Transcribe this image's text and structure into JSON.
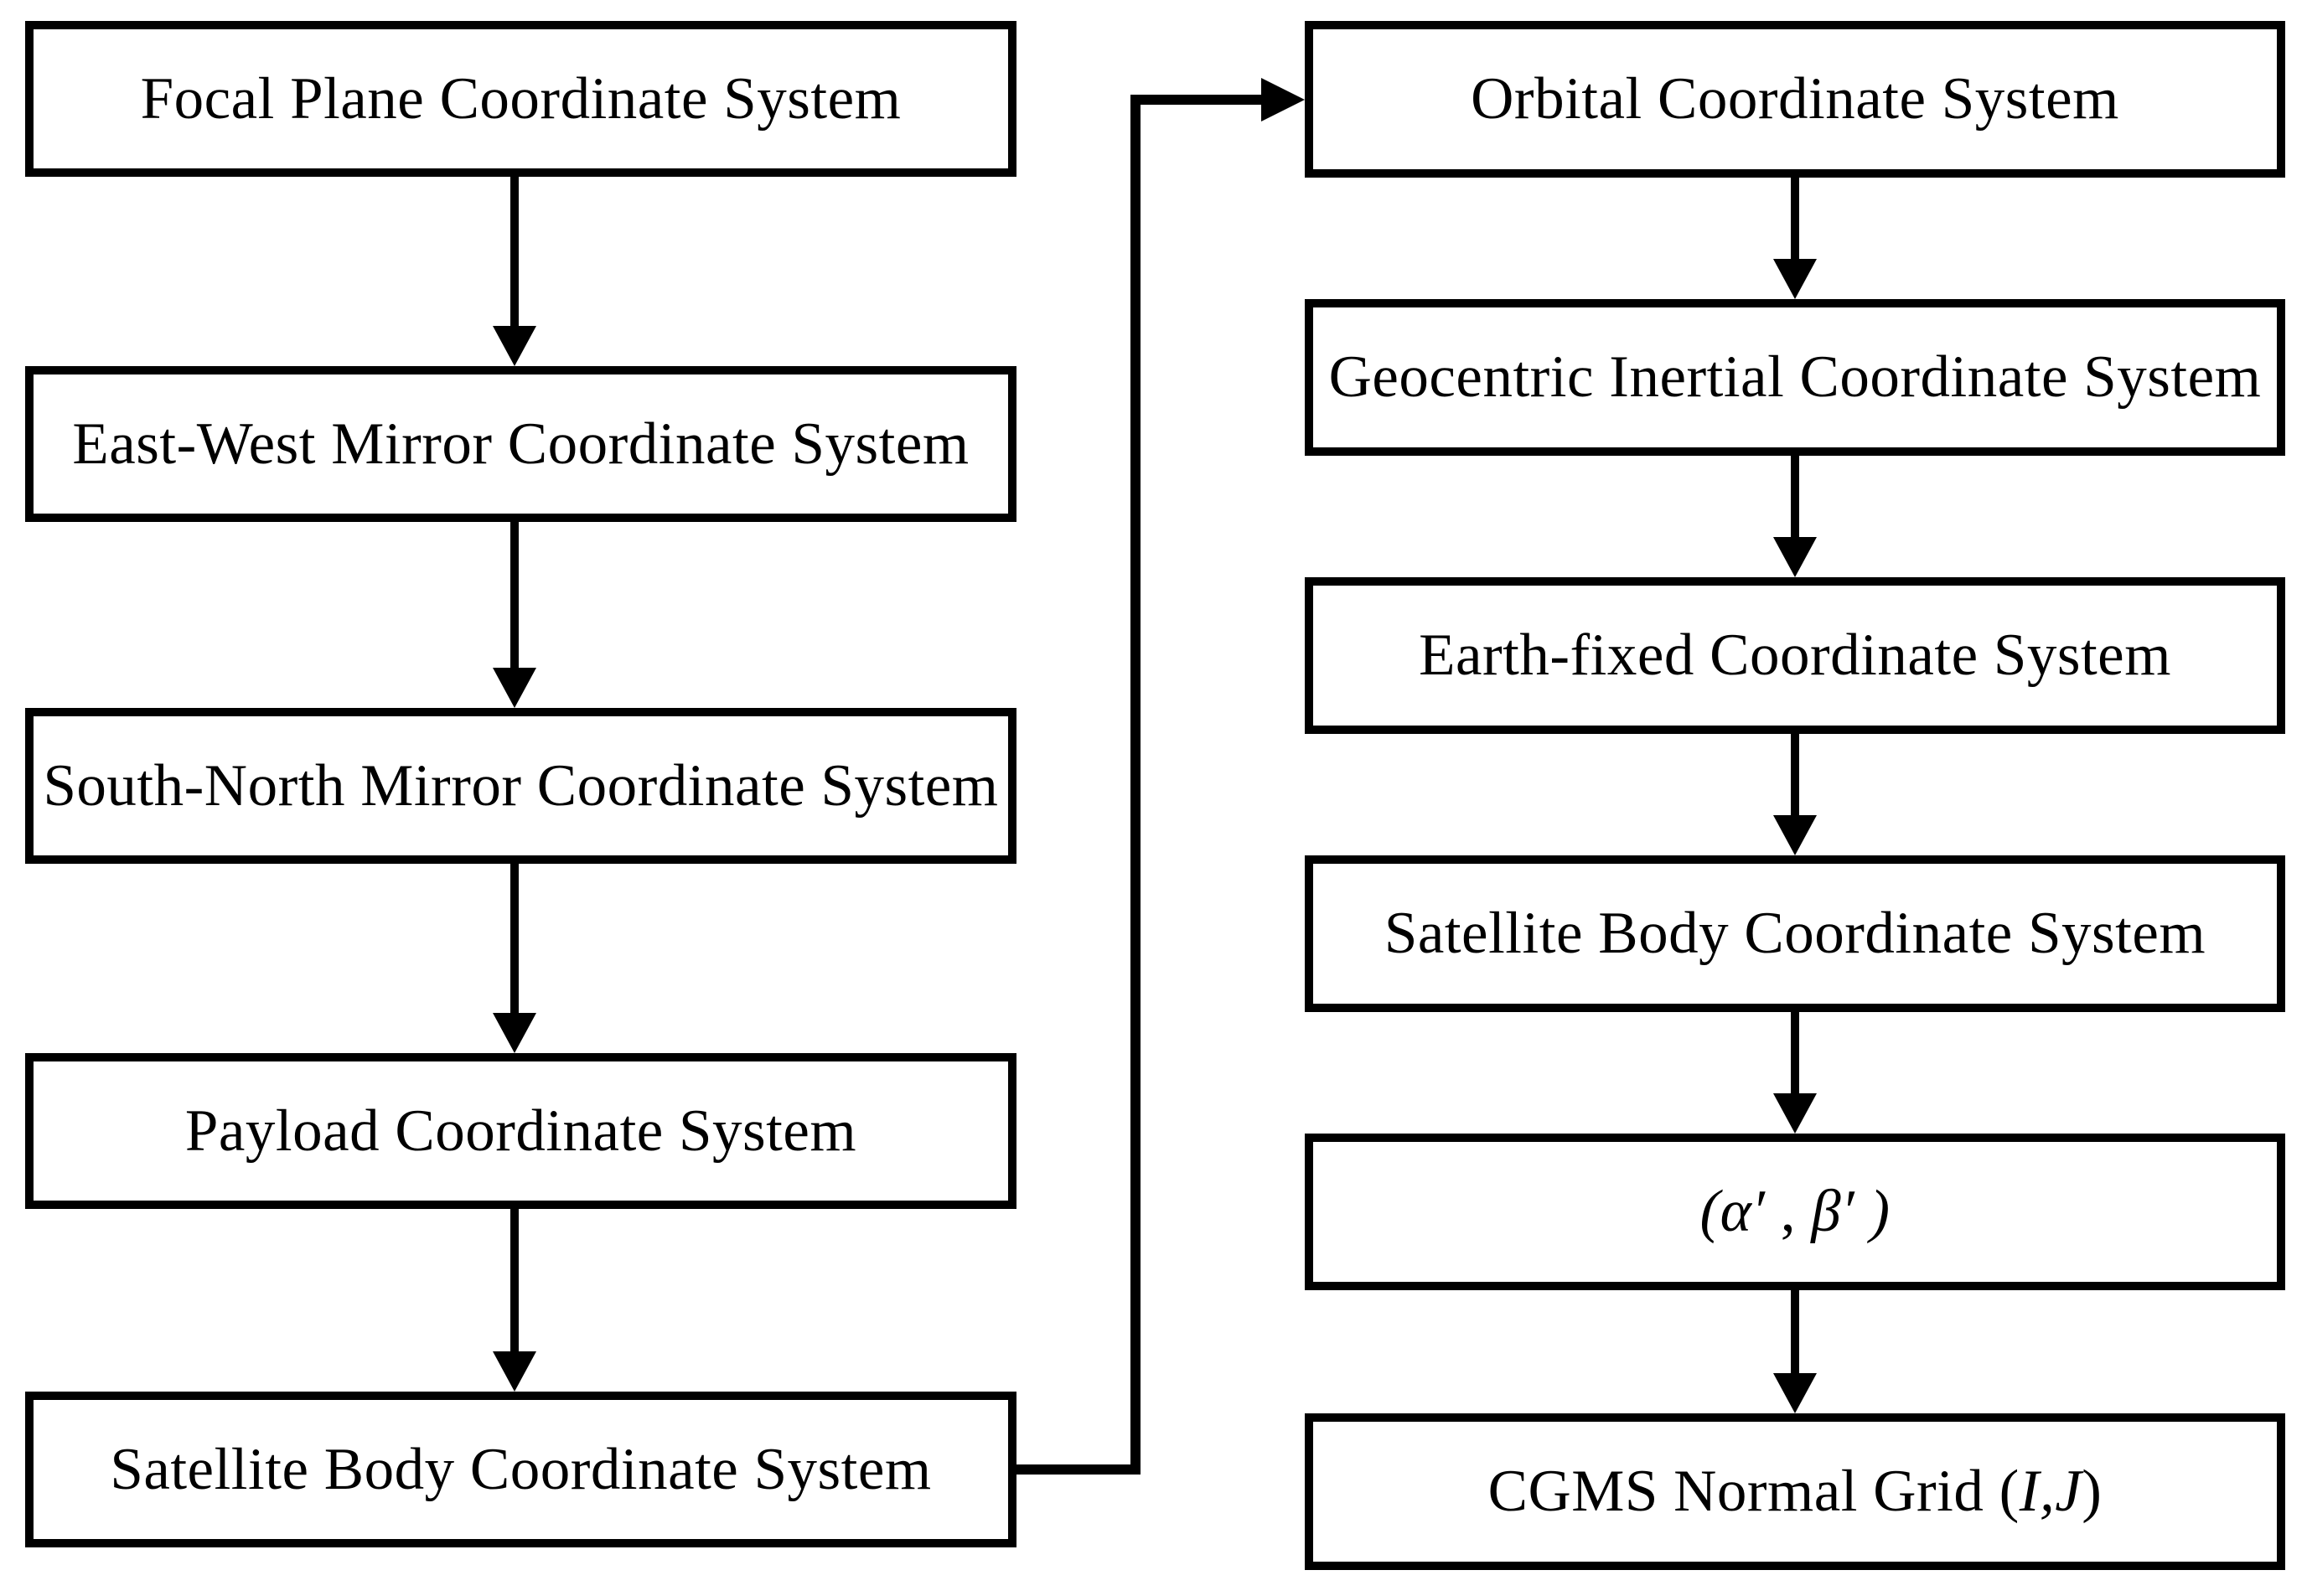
{
  "diagram": {
    "title": "Coordinate system transformation flowchart",
    "colors": {
      "background": "#ffffff",
      "box_border": "#000000",
      "box_fill": "#ffffff",
      "text": "#000000",
      "arrow": "#000000"
    },
    "left_column": {
      "boxes": [
        {
          "label": "Focal Plane Coordinate System"
        },
        {
          "label": "East-West Mirror Coordinate System"
        },
        {
          "label": "South-North Mirror Coordinate System"
        },
        {
          "label": "Payload Coordinate System"
        },
        {
          "label": "Satellite Body Coordinate System"
        }
      ]
    },
    "right_column": {
      "boxes": [
        {
          "label": "Orbital Coordinate System"
        },
        {
          "label": "Geocentric Inertial Coordinate System"
        },
        {
          "label": "Earth-fixed Coordinate System"
        },
        {
          "label": "Satellite Body Coordinate System"
        },
        {
          "label": "(α′ , β′ )",
          "parts": {
            "open": "(",
            "alpha": "α′",
            "separator": " , ",
            "beta": "β′",
            "close": " )"
          }
        },
        {
          "label": "CGMS Normal Grid (I,J)",
          "parts": {
            "prefix": "CGMS Normal Grid (",
            "indices": "I,J",
            "suffix": ")"
          }
        }
      ]
    },
    "edges": [
      {
        "from": "Focal Plane Coordinate System",
        "to": "East-West Mirror Coordinate System"
      },
      {
        "from": "East-West Mirror Coordinate System",
        "to": "South-North Mirror Coordinate System"
      },
      {
        "from": "South-North Mirror Coordinate System",
        "to": "Payload Coordinate System"
      },
      {
        "from": "Payload Coordinate System",
        "to": "Satellite Body Coordinate System (left)"
      },
      {
        "from": "Satellite Body Coordinate System (left)",
        "to": "Orbital Coordinate System"
      },
      {
        "from": "Orbital Coordinate System",
        "to": "Geocentric Inertial Coordinate System"
      },
      {
        "from": "Geocentric Inertial Coordinate System",
        "to": "Earth-fixed Coordinate System"
      },
      {
        "from": "Earth-fixed Coordinate System",
        "to": "Satellite Body Coordinate System (right)"
      },
      {
        "from": "Satellite Body Coordinate System (right)",
        "to": "(α′ , β′ )"
      },
      {
        "from": "(α′ , β′ )",
        "to": "CGMS Normal Grid (I,J)"
      }
    ]
  }
}
